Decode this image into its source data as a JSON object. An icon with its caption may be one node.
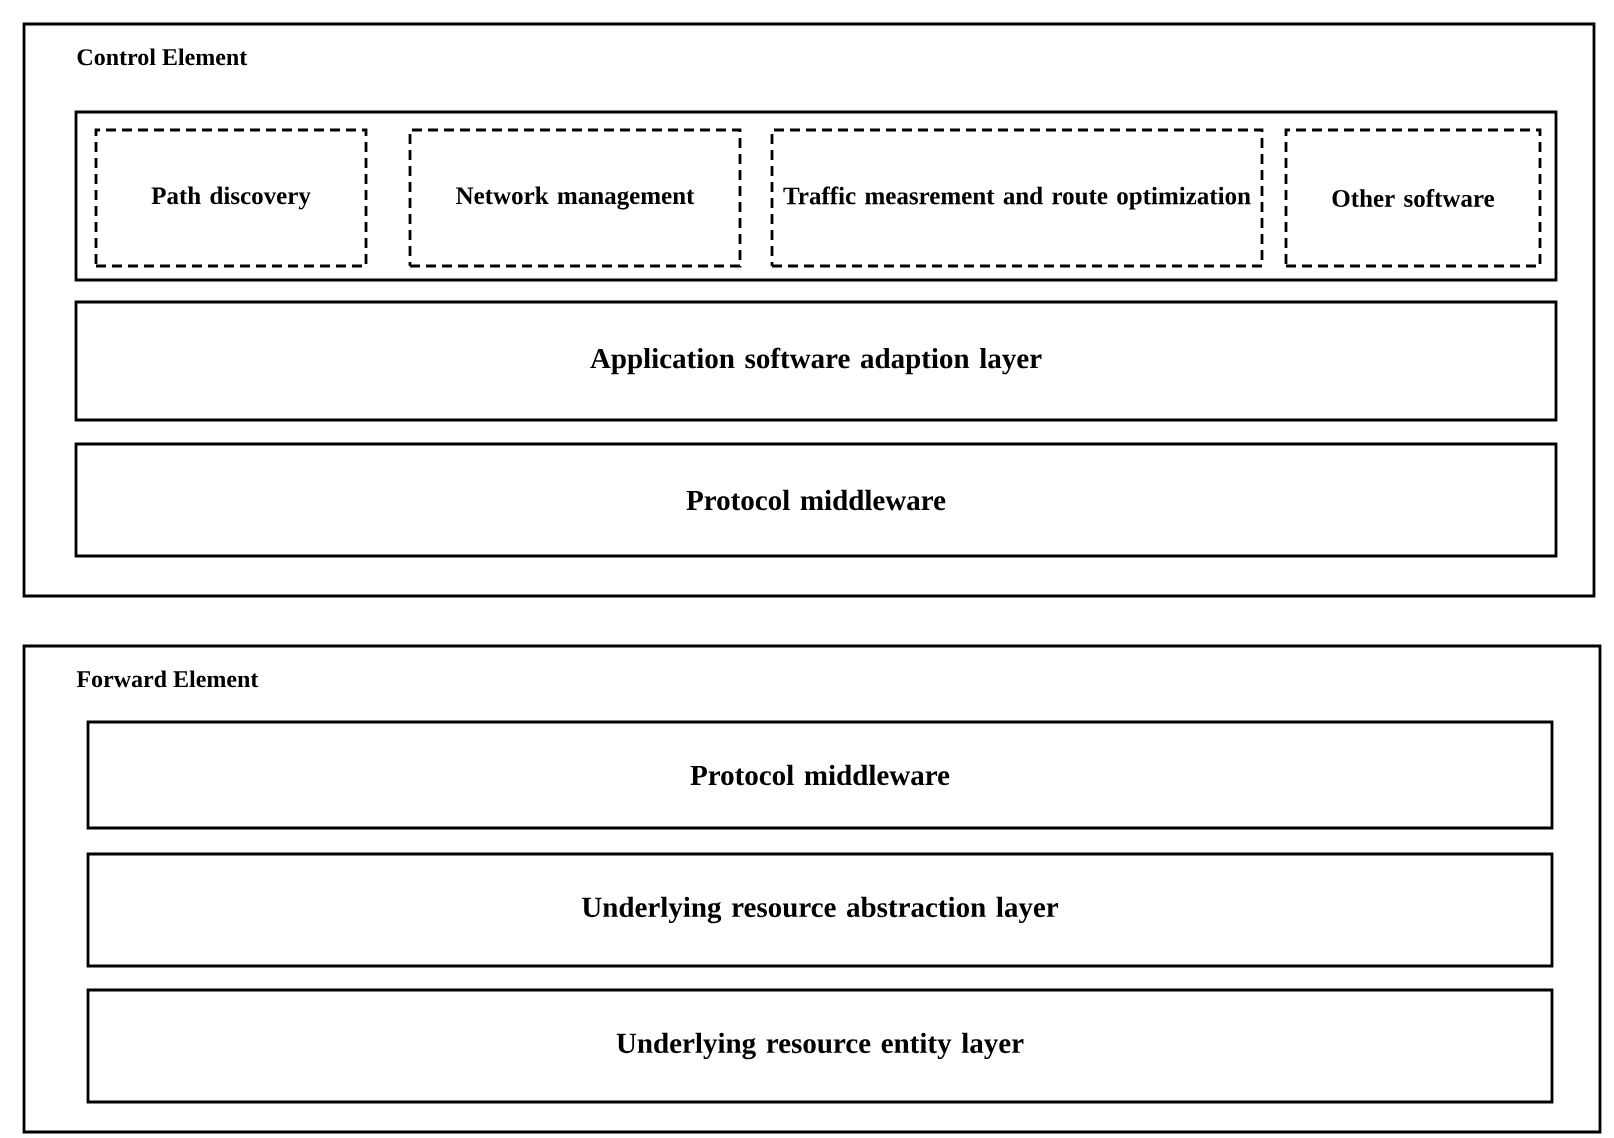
{
  "diagram": {
    "nodes": [
      {
        "text": [
          "Control Element"
        ]
      },
      {
        "text": [],
        "shape": "box",
        "in": 0
      },
      {
        "text": [
          "Path discovery"
        ],
        "in": 1
      },
      {
        "text": [
          "Network management"
        ],
        "in": 1
      },
      {
        "text": [
          "Traffic measrement and route optimization"
        ],
        "in": 1
      },
      {
        "text": [
          "Other software"
        ],
        "in": 1
      },
      {
        "text": [
          "Application software adaption layer"
        ],
        "in": 0
      },
      {
        "text": [
          "Protocol middleware"
        ],
        "in": 0
      },
      {
        "text": [
          "Forward Element"
        ]
      },
      {
        "text": [
          "Protocol middleware"
        ],
        "in": 8
      },
      {
        "text": [
          "Underlying resource abstraction layer"
        ],
        "in": 8
      },
      {
        "text": [
          "Underlying resource entity layer"
        ],
        "in": 8
      }
    ]
  }
}
